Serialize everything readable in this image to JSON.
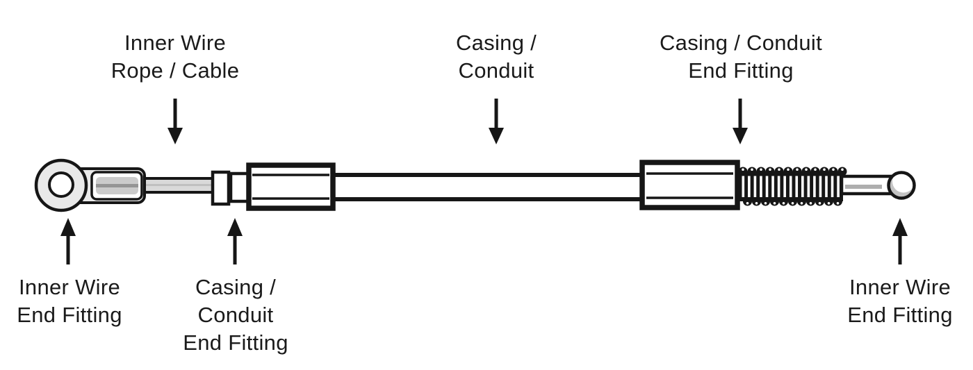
{
  "colors": {
    "paper": "#ffffff",
    "ink": "#161616",
    "label": "#1a1a1a",
    "metal-light": "#e9e9e9",
    "barrel-cable": "#cbcbcb",
    "barrel-stripe": "#959595",
    "wire-fill": "#d9d9d9",
    "wire-stripe": "#c0c0c0",
    "rod-stripe": "#aeaeae",
    "ball-shade": "#c3c3c3"
  },
  "labels": {
    "inner_wire_rope_cable": {
      "lines": [
        "Inner Wire",
        "Rope / Cable"
      ]
    },
    "casing_conduit": {
      "lines": [
        "Casing /",
        "Conduit"
      ]
    },
    "casing_conduit_end_fitting_top": {
      "lines": [
        "Casing / Conduit",
        "End Fitting"
      ]
    },
    "inner_wire_end_fitting_left": {
      "lines": [
        "Inner Wire",
        "End Fitting"
      ]
    },
    "casing_conduit_end_fitting_bottom": {
      "lines": [
        "Casing /",
        "Conduit",
        "End Fitting"
      ]
    },
    "inner_wire_end_fitting_right": {
      "lines": [
        "Inner Wire",
        "End Fitting"
      ]
    }
  }
}
